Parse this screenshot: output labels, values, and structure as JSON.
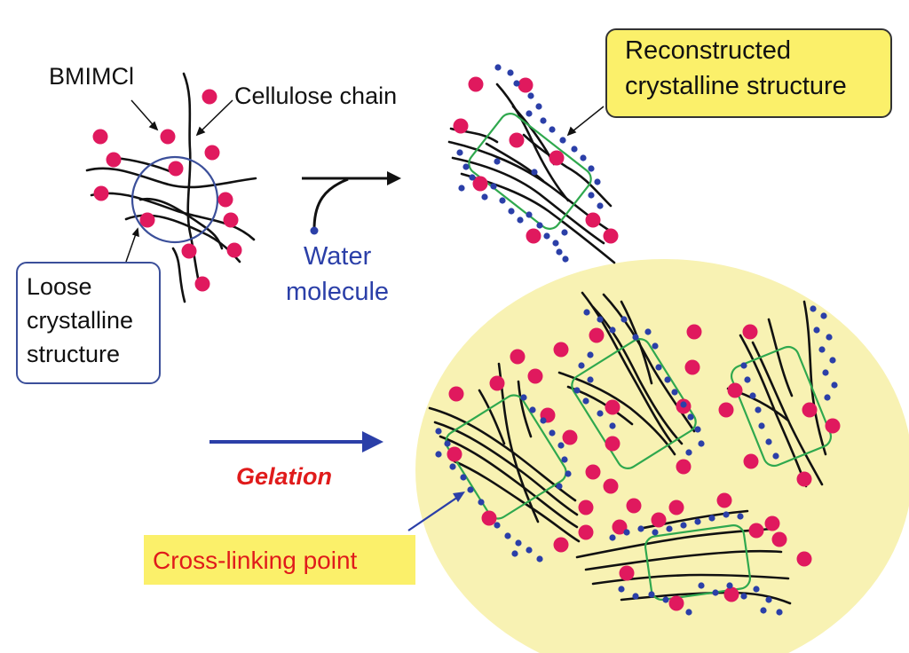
{
  "labels": {
    "bmimcl": "BMIMCl",
    "cellulose_chain": "Cellulose chain",
    "loose_structure": [
      "Loose",
      "crystalline",
      "structure"
    ],
    "water_molecule": [
      "Water",
      "molecule"
    ],
    "reconstructed_structure": [
      "Reconstructed",
      "crystalline structure"
    ],
    "gelation": "Gelation",
    "cross_linking_point": "Cross-linking point"
  },
  "colors": {
    "ion_dot": "#e0195e",
    "water_dot": "#2b3fa8",
    "chain": "#111111",
    "crystal_box": "#2fa84e",
    "loose_circle": "#3b4f9a",
    "gel_fill": "#f8f2b3",
    "label_fill": "#fbf06a",
    "gelation_text": "#e01b1b",
    "arrow_blue": "#2b3fa8",
    "water_text": "#2b3fa8"
  },
  "icons": [
    "arrow-right-icon",
    "water-molecule-icon"
  ]
}
